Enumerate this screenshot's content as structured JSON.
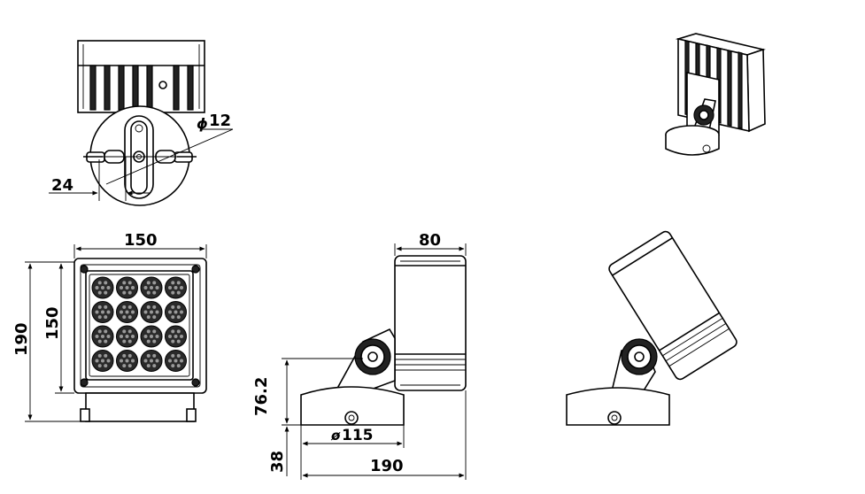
{
  "drawing": {
    "views": [
      "top-view",
      "front-view",
      "side-view",
      "tilted-side-view",
      "isometric-view"
    ],
    "dimensions": {
      "hole_diameter": "12",
      "hole_prefix": "ϕ",
      "bracket_offset": "24",
      "front_width": "150",
      "front_height_outer": "190",
      "front_height_inner": "150",
      "side_depth": "80",
      "base_height": "76.2",
      "base_diameter": "115",
      "base_diameter_prefix": "ø",
      "base_thickness": "38",
      "overall_length": "190"
    },
    "led_grid": {
      "rows": 4,
      "cols": 4
    }
  }
}
